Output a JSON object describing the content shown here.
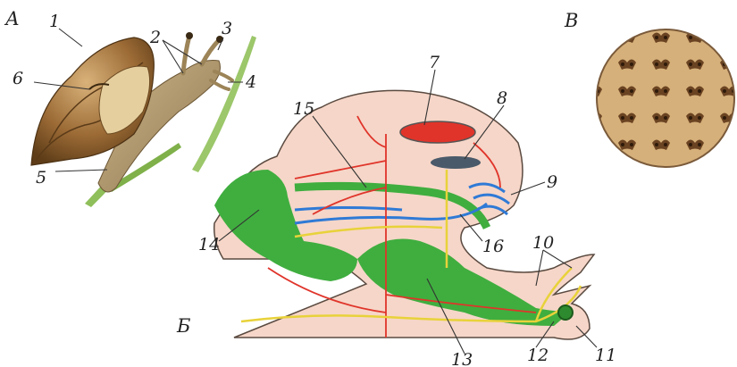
{
  "figure": {
    "panel_labels": {
      "a": "А",
      "b": "Б",
      "v": "В"
    },
    "numbers": [
      "1",
      "2",
      "3",
      "4",
      "5",
      "6",
      "7",
      "8",
      "9",
      "10",
      "11",
      "12",
      "13",
      "14",
      "15",
      "16"
    ],
    "colors": {
      "shell_brown": "#8a5a2a",
      "body_tan": "#b59a6a",
      "body_pink": "#f6d6c8",
      "digestive_green": "#3fae3f",
      "heart_red": "#e0342a",
      "lung_gray": "#4a5a6a",
      "nerve_yellow": "#e8d23a",
      "kidney_blue": "#2f7ad6",
      "radula_tan": "#c8a06a"
    }
  }
}
